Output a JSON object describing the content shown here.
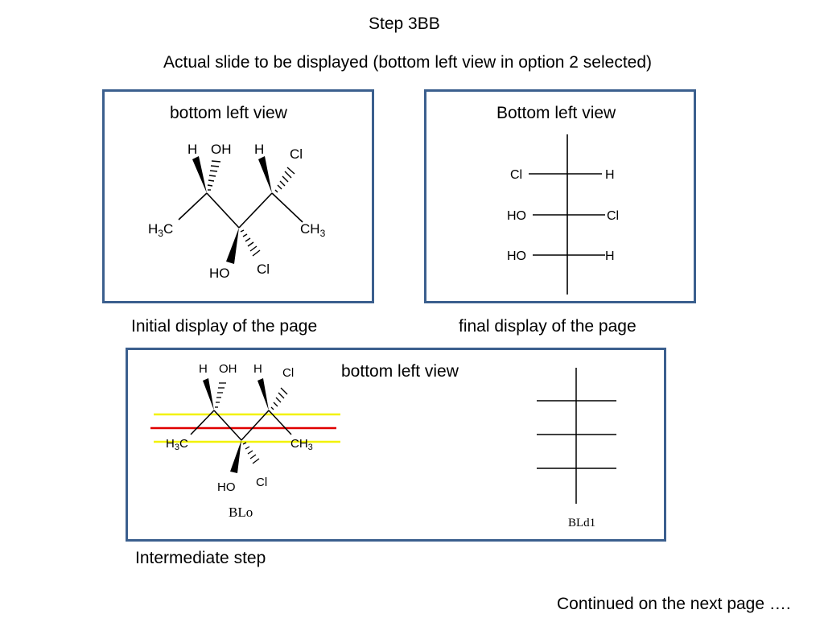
{
  "header": {
    "step_title": "Step 3BB",
    "subtitle": "Actual slide to be displayed (bottom left view in option 2 selected)"
  },
  "panel_initial": {
    "title": "bottom left view",
    "caption": "Initial display of the page",
    "labels": {
      "h1": "H",
      "oh_top": "OH",
      "h2": "H",
      "cl_top": "Cl",
      "h3c": "H3C",
      "ch3": "CH3",
      "ho_bottom": "HO",
      "cl_bottom": "Cl"
    }
  },
  "panel_final": {
    "title": "Bottom  left view",
    "caption": "final display of the page",
    "rows": [
      {
        "left": "Cl",
        "right": "H"
      },
      {
        "left": "HO",
        "right": "Cl"
      },
      {
        "left": "HO",
        "right": "H"
      }
    ]
  },
  "panel_intermediate": {
    "title": "bottom left view",
    "caption": "Intermediate step",
    "left_label": "BLo",
    "right_label": "BLd1",
    "labels": {
      "h1": "H",
      "oh_top": "OH",
      "h2": "H",
      "cl_top": "Cl",
      "h3c": "H3C",
      "ch3": "CH3",
      "ho_bottom": "HO",
      "cl_bottom": "Cl"
    },
    "colors": {
      "guide_line_yellow": "#f2f200",
      "guide_line_red": "#e00000"
    }
  },
  "footer": {
    "continued": "Continued on the next page …."
  },
  "colors": {
    "box_border": "#3b5f8e"
  }
}
